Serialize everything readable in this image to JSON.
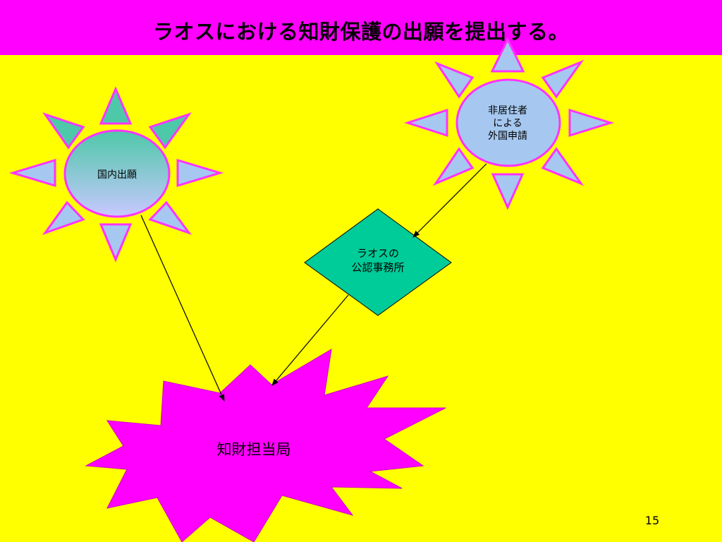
{
  "slide": {
    "title": "ラオスにおける知財保護の出願を提出する。",
    "page_number": "15"
  },
  "diagram": {
    "nodes": {
      "domestic": {
        "lines": [
          "国内出願"
        ]
      },
      "foreign": {
        "lines": [
          "非居住者",
          "による",
          "外国申請"
        ]
      },
      "agent": {
        "lines": [
          "ラオスの",
          "公認事務所"
        ]
      },
      "office": {
        "lines": [
          "知財担当局"
        ]
      }
    },
    "edges": [
      {
        "from": "domestic",
        "to": "office"
      },
      {
        "from": "foreign",
        "to": "agent"
      },
      {
        "from": "agent",
        "to": "office"
      }
    ]
  },
  "colors": {
    "background": "#ffff00",
    "title_bar": "#ff00ff",
    "sun_outline": "#ff33ff",
    "ray_teal": "#4dc8a8",
    "ray_blue": "#a6c8f0",
    "diamond": "#00cc99",
    "burst": "#ff00ff"
  }
}
